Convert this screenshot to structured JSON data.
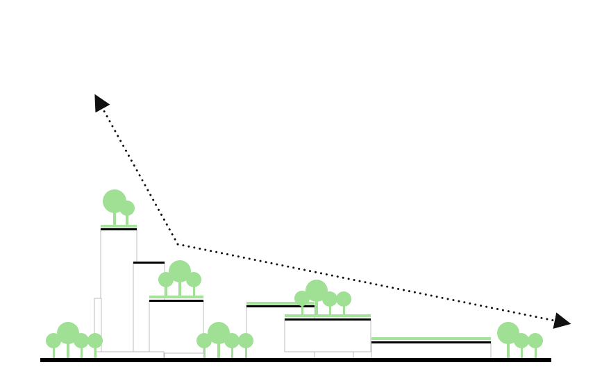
{
  "diagram": {
    "kind": "section",
    "description_visible_text": "",
    "colors": {
      "background": "#ffffff",
      "ground": "#000000",
      "building_outline": "#bdbdbd",
      "roof_edge": "#000000",
      "green_roof": "#a6e39a",
      "tree": "#9fe094",
      "arrow": "#111111"
    },
    "elements": {
      "ground_line": "ground",
      "buildings_count": 7,
      "tree_groups_count": 6,
      "sight_line": "dotted-arrow"
    }
  }
}
